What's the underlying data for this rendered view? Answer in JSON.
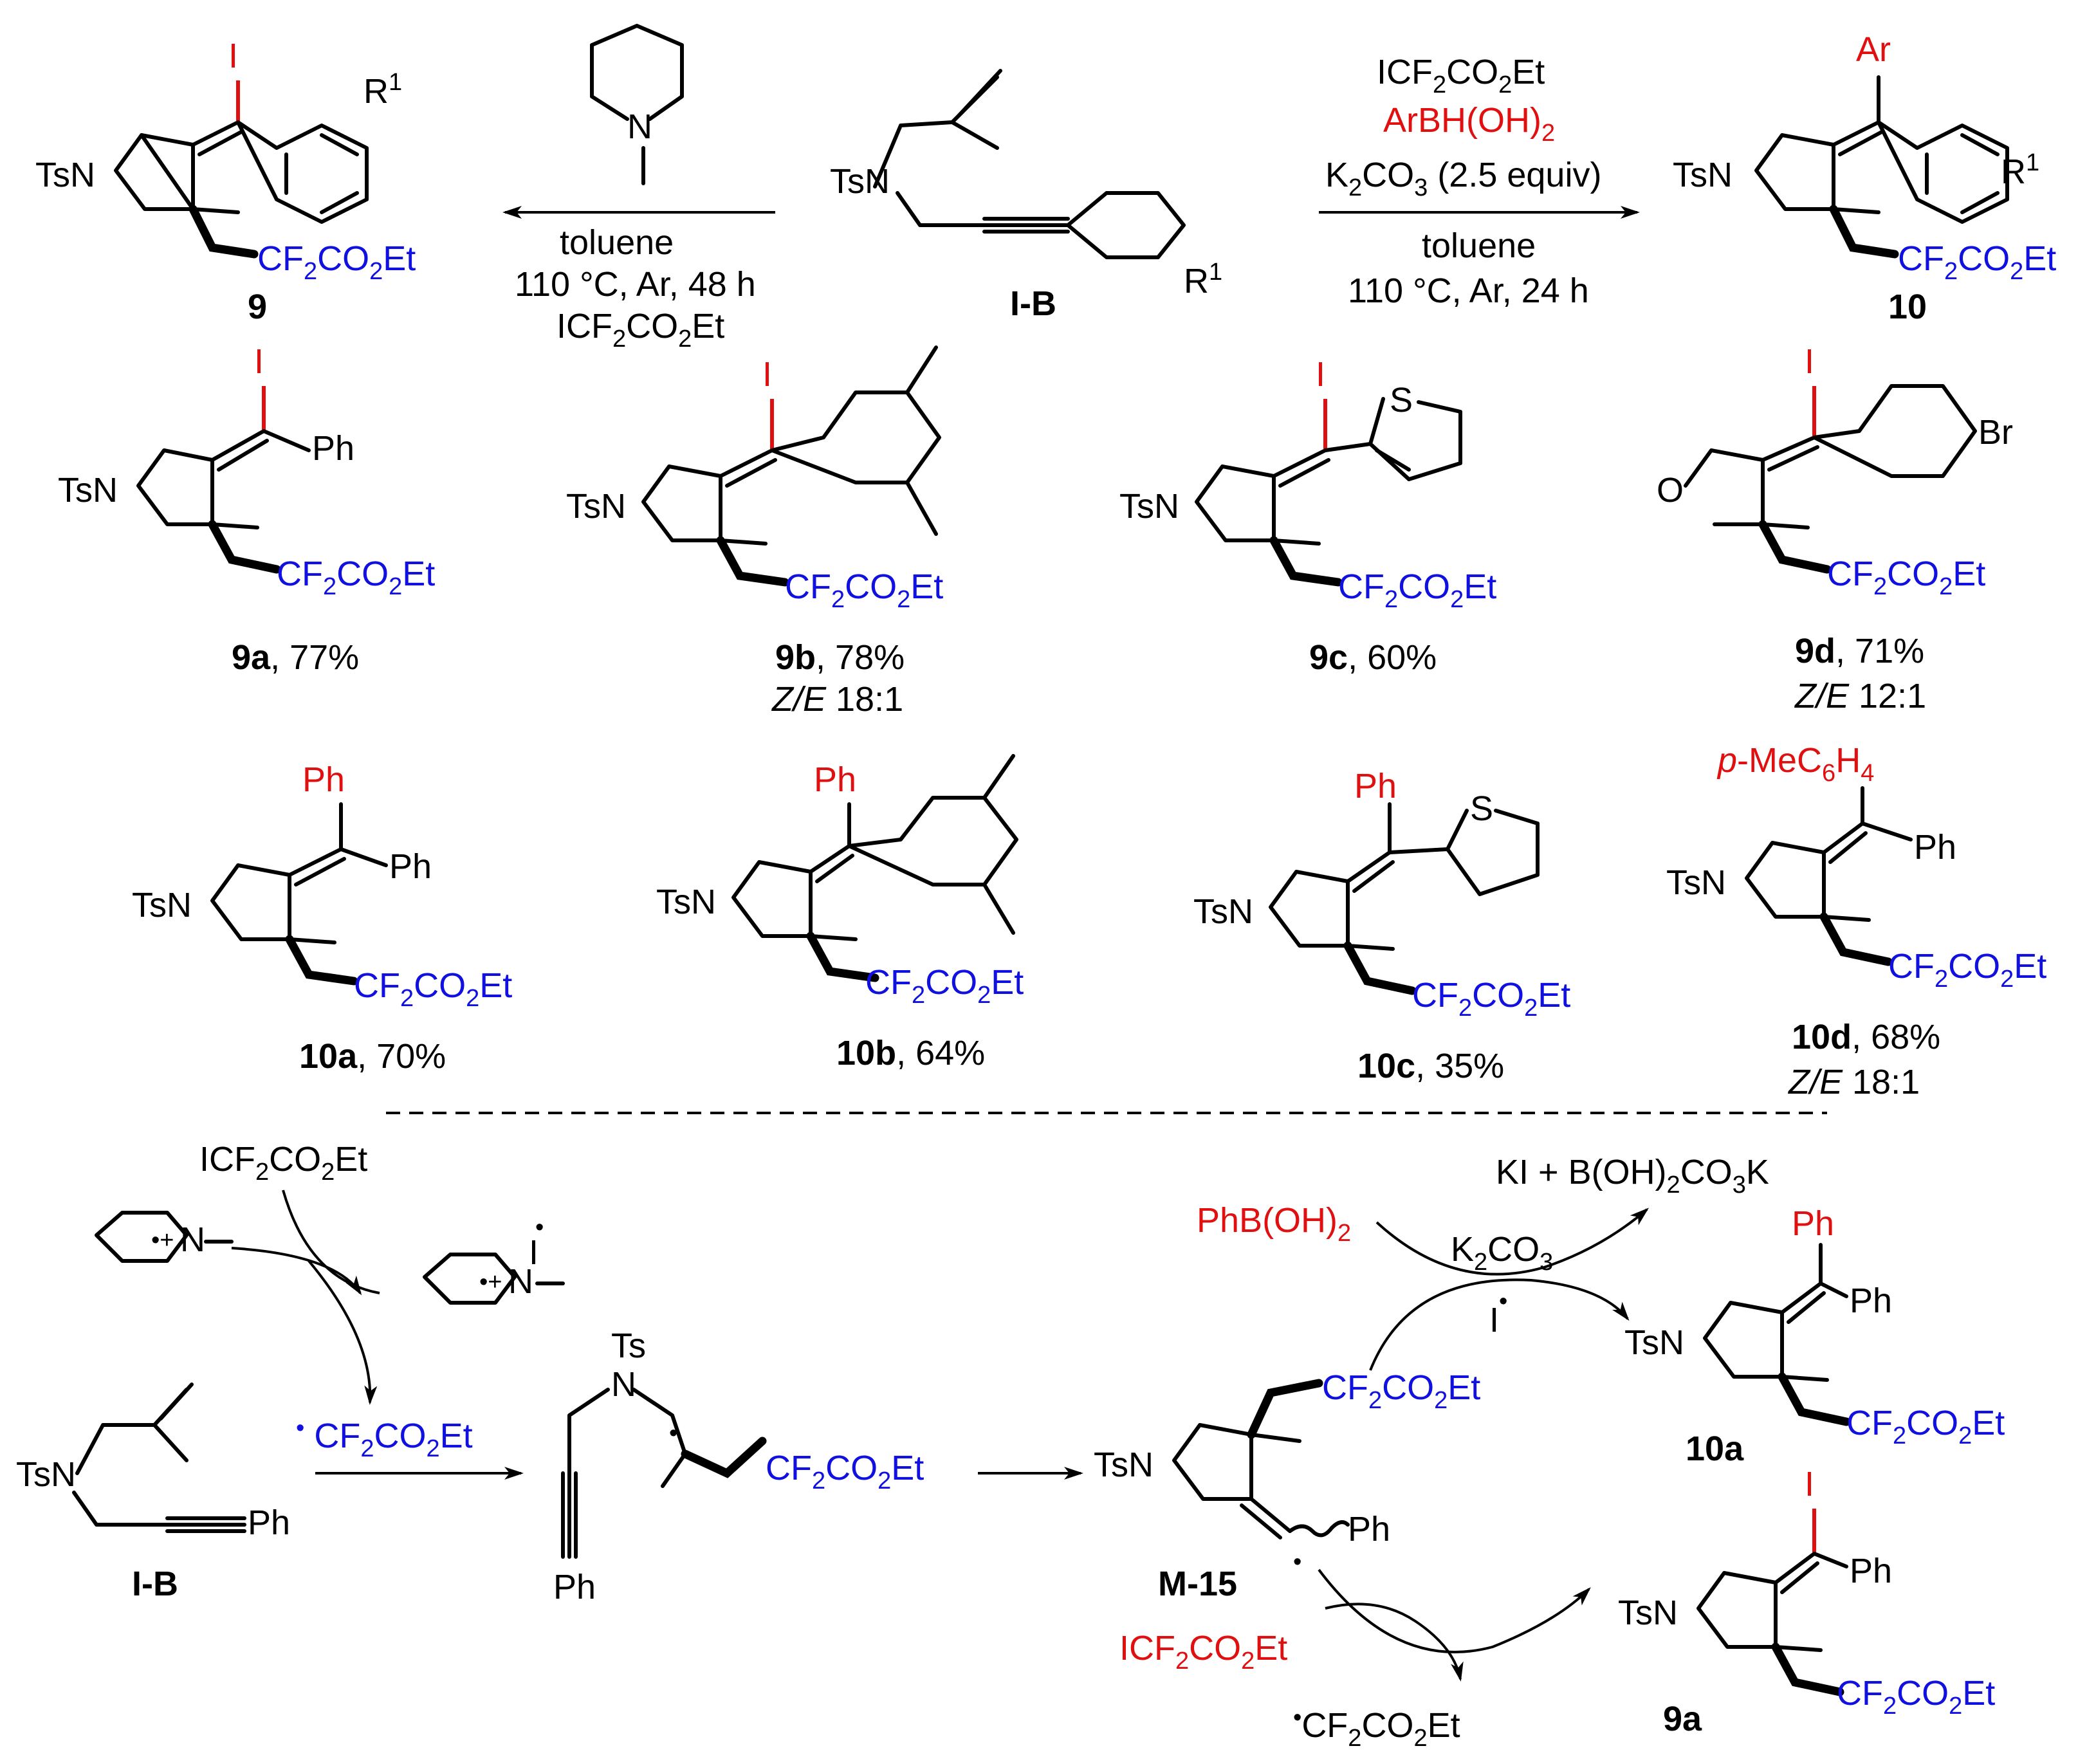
{
  "colors": {
    "blue": "#1010e0",
    "red": "#e01010",
    "black": "#000000"
  },
  "top": {
    "left_reagent_1": "toluene",
    "left_reagent_2": "110 °C, Ar, 48 h",
    "right_reagent_3": "toluene",
    "right_reagent_4": "110 °C, Ar, 24 h",
    "right_reagent_k2co3_tail": " (2.5 equiv)",
    "right_reagent_arbh": "ArBH(OH)",
    "sub2": "2",
    "sub1": "1",
    "aryl_r": "Ar",
    "iodo": "I",
    "ts": "TsN",
    "me": "Ph",
    "r": "R",
    "label_9": "9",
    "label_10": "10",
    "label_IB": "I-B"
  },
  "products": [
    {
      "id": "9a",
      "tail": ", 77%",
      "ratio": ""
    },
    {
      "id": "9b",
      "tail": ", 78%",
      "ratio_label": "Z/E",
      "ratio": " 18:1"
    },
    {
      "id": "9c",
      "tail": ",  60%",
      "ratio": ""
    },
    {
      "id": "9d",
      "tail": ", 71%",
      "ratio_label": "Z/E",
      "ratio": " 12:1"
    },
    {
      "id": "10a",
      "tail": ", 70%",
      "ratio": ""
    },
    {
      "id": "10b",
      "tail": ", 64%",
      "ratio": ""
    },
    {
      "id": "10c",
      "tail": ", 35%",
      "ratio": ""
    },
    {
      "id": "10d",
      "tail": ",  68%",
      "ratio_label": "Z/E",
      "ratio": " 18:1"
    }
  ],
  "atoms": {
    "s": "S",
    "o": "O",
    "br": "Br",
    "ph": "Ph",
    "pme": "-MeC",
    "p": "p",
    "h4": "H",
    "six": "6",
    "four": "4"
  },
  "mechanism": {
    "ki_prefix": "KI + B(OH)",
    "co3k": "CO",
    "k": "K",
    "three": "3",
    "phboh": "PhB(OH)",
    "k2": "K",
    "co3": "CO",
    "radical_I": "I",
    "ts": "Ts",
    "n": "N",
    "m15": "M-15",
    "IB": "I-B",
    "lab_10a": "10a",
    "lab_9a": "9a",
    "plus": "+",
    "dot": "•"
  },
  "reagent": {
    "I": "ICF",
    "CF": "CF",
    "CO": "CO",
    "Et": "Et",
    "two": "2"
  }
}
